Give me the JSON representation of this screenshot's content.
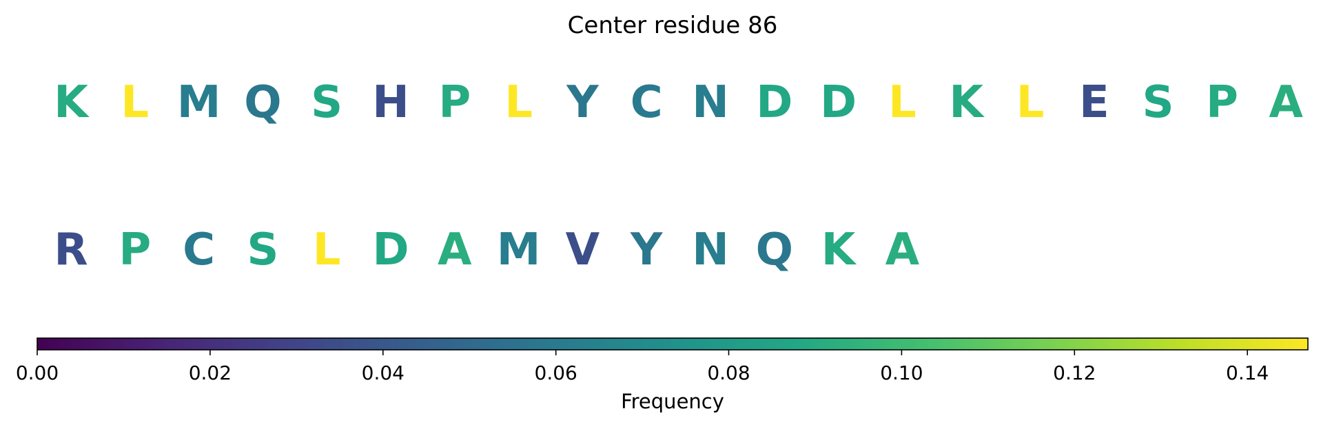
{
  "chart_data": {
    "type": "table",
    "title": "Center residue 86",
    "rows": [
      {
        "residues": [
          "K",
          "L",
          "M",
          "Q",
          "S",
          "H",
          "P",
          "L",
          "Y",
          "C",
          "N",
          "D",
          "D",
          "L",
          "K",
          "L",
          "E",
          "S",
          "P",
          "A"
        ],
        "frequencies": [
          0.09,
          0.147,
          0.062,
          0.058,
          0.088,
          0.035,
          0.09,
          0.147,
          0.058,
          0.06,
          0.062,
          0.088,
          0.088,
          0.147,
          0.09,
          0.147,
          0.035,
          0.088,
          0.09,
          0.092
        ]
      },
      {
        "residues": [
          "R",
          "P",
          "C",
          "S",
          "L",
          "D",
          "A",
          "M",
          "V",
          "Y",
          "N",
          "Q",
          "K",
          "A"
        ],
        "frequencies": [
          0.035,
          0.09,
          0.06,
          0.088,
          0.147,
          0.088,
          0.092,
          0.062,
          0.035,
          0.058,
          0.062,
          0.058,
          0.09,
          0.092
        ]
      }
    ],
    "colorbar": {
      "label": "Frequency",
      "colormap": "viridis",
      "vmin": 0.0,
      "vmax": 0.147,
      "ticks": [
        0.0,
        0.02,
        0.04,
        0.06,
        0.08,
        0.1,
        0.12,
        0.14
      ],
      "tick_labels": [
        "0.00",
        "0.02",
        "0.04",
        "0.06",
        "0.08",
        "0.10",
        "0.12",
        "0.14"
      ]
    }
  }
}
